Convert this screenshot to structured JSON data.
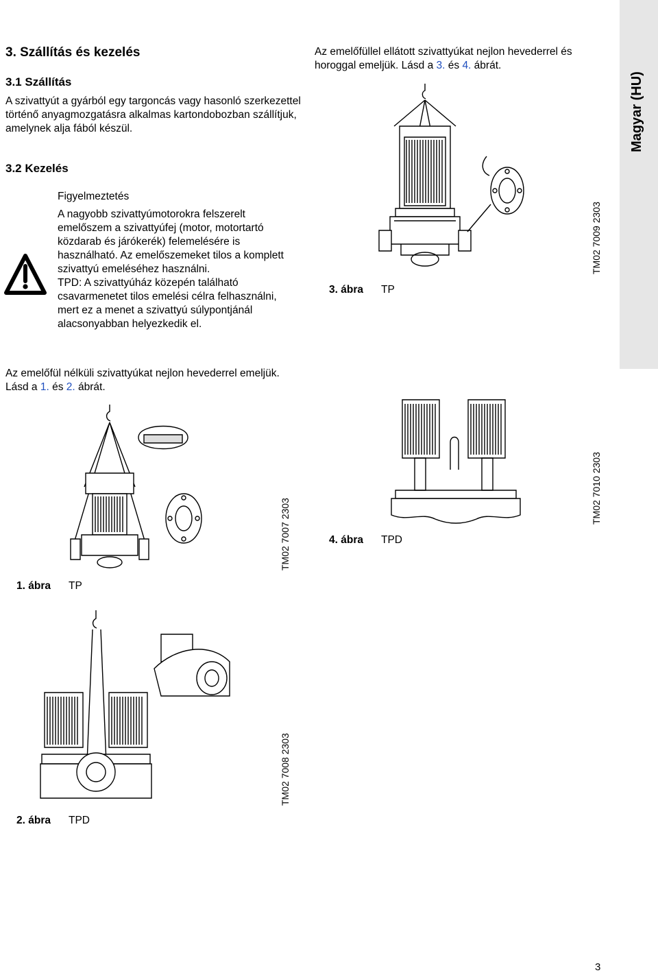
{
  "side_tab": "Magyar (HU)",
  "headings": {
    "chapter": "3. Szállítás és kezelés",
    "transport": "3.1 Szállítás",
    "handling": "3.2 Kezelés"
  },
  "transport_text": "A szivattyút a gyárból egy targoncás vagy hasonló szerkezettel történő anyagmozgatásra alkalmas kartondobozban szállítjuk, amelynek alja fából készül.",
  "warning": {
    "title": "Figyelmeztetés",
    "line1": "A nagyobb szivattyúmotorokra felszerelt emelőszem a szivattyúfej (motor, motortartó közdarab és járókerék) felemelésére is használható. Az emelőszemeket tilos a komplett szivattyú emeléséhez használni.",
    "line2": "TPD: A szivattyúház közepén található csavarmenetet tilos emelési célra felhasználni, mert ez a menet a szivattyú súlypontjánál alacsonyabban helyezkedik el."
  },
  "no_lug_text": {
    "before": "Az emelőfül nélküli szivattyúkat nejlon hevederrel emeljük. Lásd a ",
    "ref1": "1.",
    "mid": " és ",
    "ref2": "2.",
    "after": " ábrát."
  },
  "lug_text": {
    "before": "Az emelőfüllel ellátott szivattyúkat nejlon hevederrel és horoggal emeljük. Lásd a ",
    "ref1": "3.",
    "mid": " és ",
    "ref2": "4.",
    "after": " ábrát."
  },
  "figures": [
    {
      "label": "1. ábra",
      "type": "TP",
      "code": "TM02 7007 2303"
    },
    {
      "label": "2. ábra",
      "type": "TPD",
      "code": "TM02 7008 2303"
    },
    {
      "label": "3. ábra",
      "type": "TP",
      "code": "TM02 7009 2303"
    },
    {
      "label": "4. ábra",
      "type": "TPD",
      "code": "TM02 7010 2303"
    }
  ],
  "page_number": "3"
}
